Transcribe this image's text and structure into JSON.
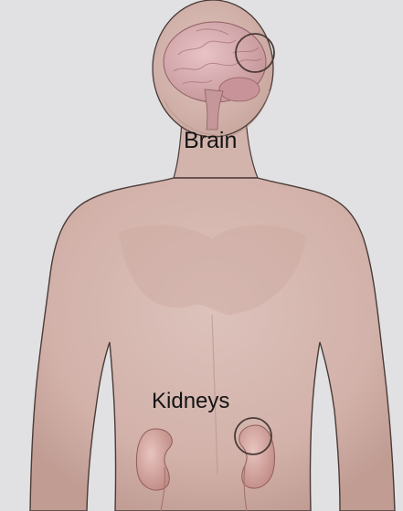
{
  "labels": {
    "brain": "Brain",
    "kidneys": "Kidneys"
  },
  "colors": {
    "background": "#e1e1e3",
    "skin": "#d7bab3",
    "skin_shadow": "#c5a39a",
    "outline": "#4a3b37",
    "brain": "#dcb2b5",
    "kidney": "#c9908b",
    "highlight_circle": "#4a3b37"
  },
  "regions": [
    "brain",
    "kidneys"
  ],
  "highlights": [
    "brain-region-circle",
    "kidney-region-circle"
  ]
}
